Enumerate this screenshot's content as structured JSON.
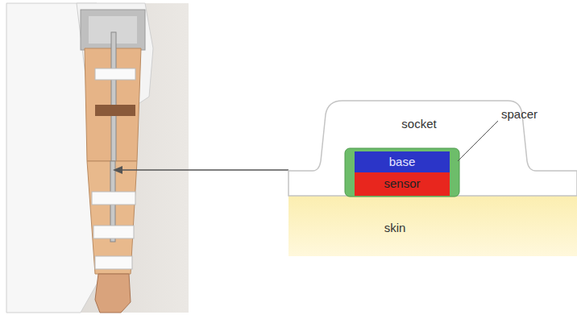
{
  "diagram": {
    "nodes": [
      {
        "text": [
          "socket"
        ]
      },
      {
        "text": [
          "base"
        ]
      },
      {
        "text": [
          "sensor"
        ]
      },
      {
        "text": [
          "skin"
        ]
      }
    ],
    "labels": [
      "spacer"
    ]
  }
}
